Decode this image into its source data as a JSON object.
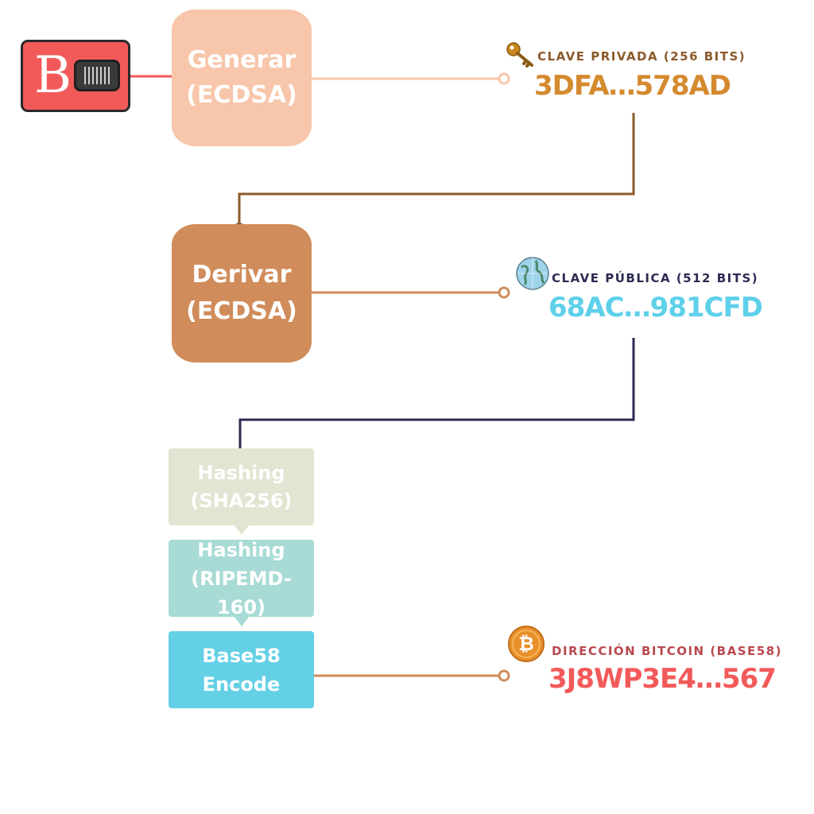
{
  "steps": {
    "generate": {
      "line1": "Generar",
      "line2": "(ECDSA)"
    },
    "derive": {
      "line1": "Derivar",
      "line2": "(ECDSA)"
    },
    "sha256": {
      "line1": "Hashing",
      "line2": "(SHA256)"
    },
    "ripemd": {
      "line1": "Hashing",
      "line2": "(RIPEMD-160)"
    },
    "base58": {
      "line1": "Base58",
      "line2": "Encode"
    }
  },
  "private_key": {
    "label": "CLAVE PRIVADA (256 BITS)",
    "value": "3DFA…578AD",
    "icon": "key-icon",
    "color": "#d48a2e"
  },
  "public_key": {
    "label": "CLAVE PÚBLICA (512 BITS)",
    "value": "68AC…981CFD",
    "icon": "globe-icon",
    "color": "#5fd0ea"
  },
  "address": {
    "label": "DIRECCIÓN BITCOIN (BASE58)",
    "value": "3J8WP3E4…567",
    "icon": "bitcoin-coin-icon",
    "color": "#f25a5a"
  },
  "source_icon": {
    "icon": "bitcoin-card-icon",
    "glyph": "B"
  }
}
